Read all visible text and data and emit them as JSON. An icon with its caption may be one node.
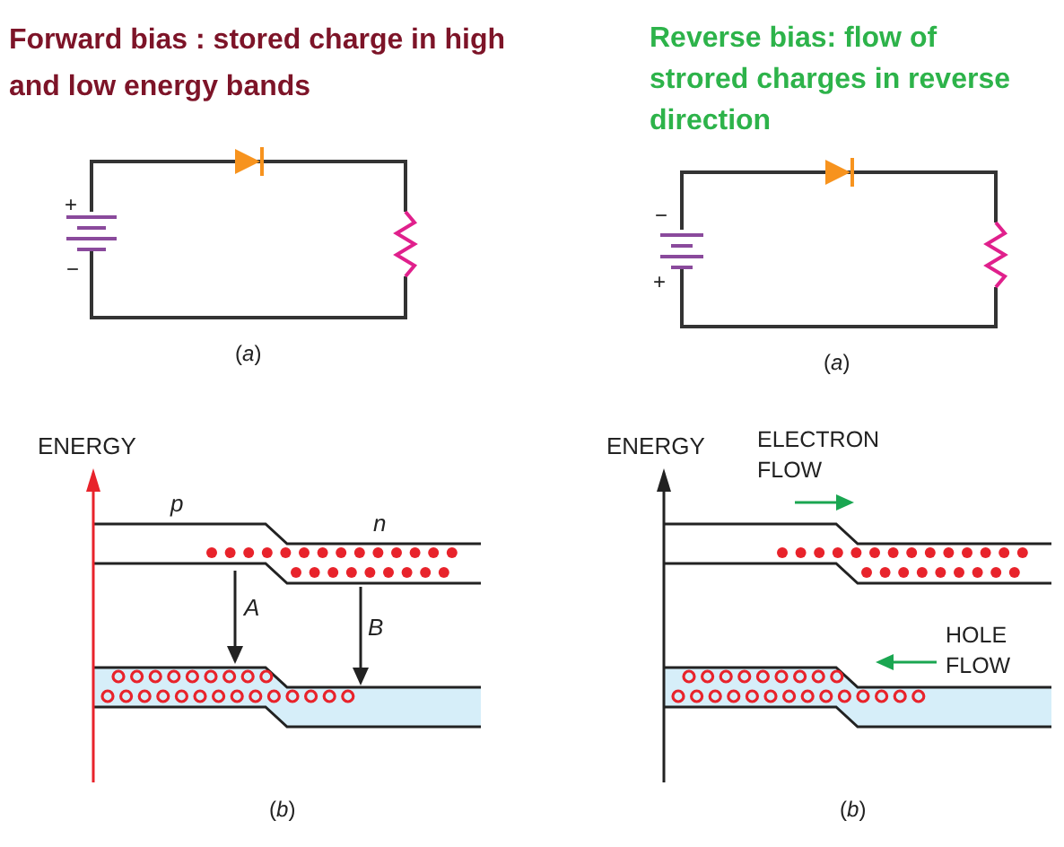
{
  "diagram": {
    "labels": [
      "Forward bias : stored charge in high and low energy bands",
      "Reverse bias: flow of strored charges in reverse direction",
      "+",
      "−",
      "−",
      "+",
      "(*a*)",
      "(*a*)",
      "ENERGY",
      "p",
      "n",
      "A",
      "B",
      "(*b*)",
      "ENERGY",
      "ELECTRON FLOW",
      "HOLE FLOW",
      "(*b*)"
    ]
  }
}
